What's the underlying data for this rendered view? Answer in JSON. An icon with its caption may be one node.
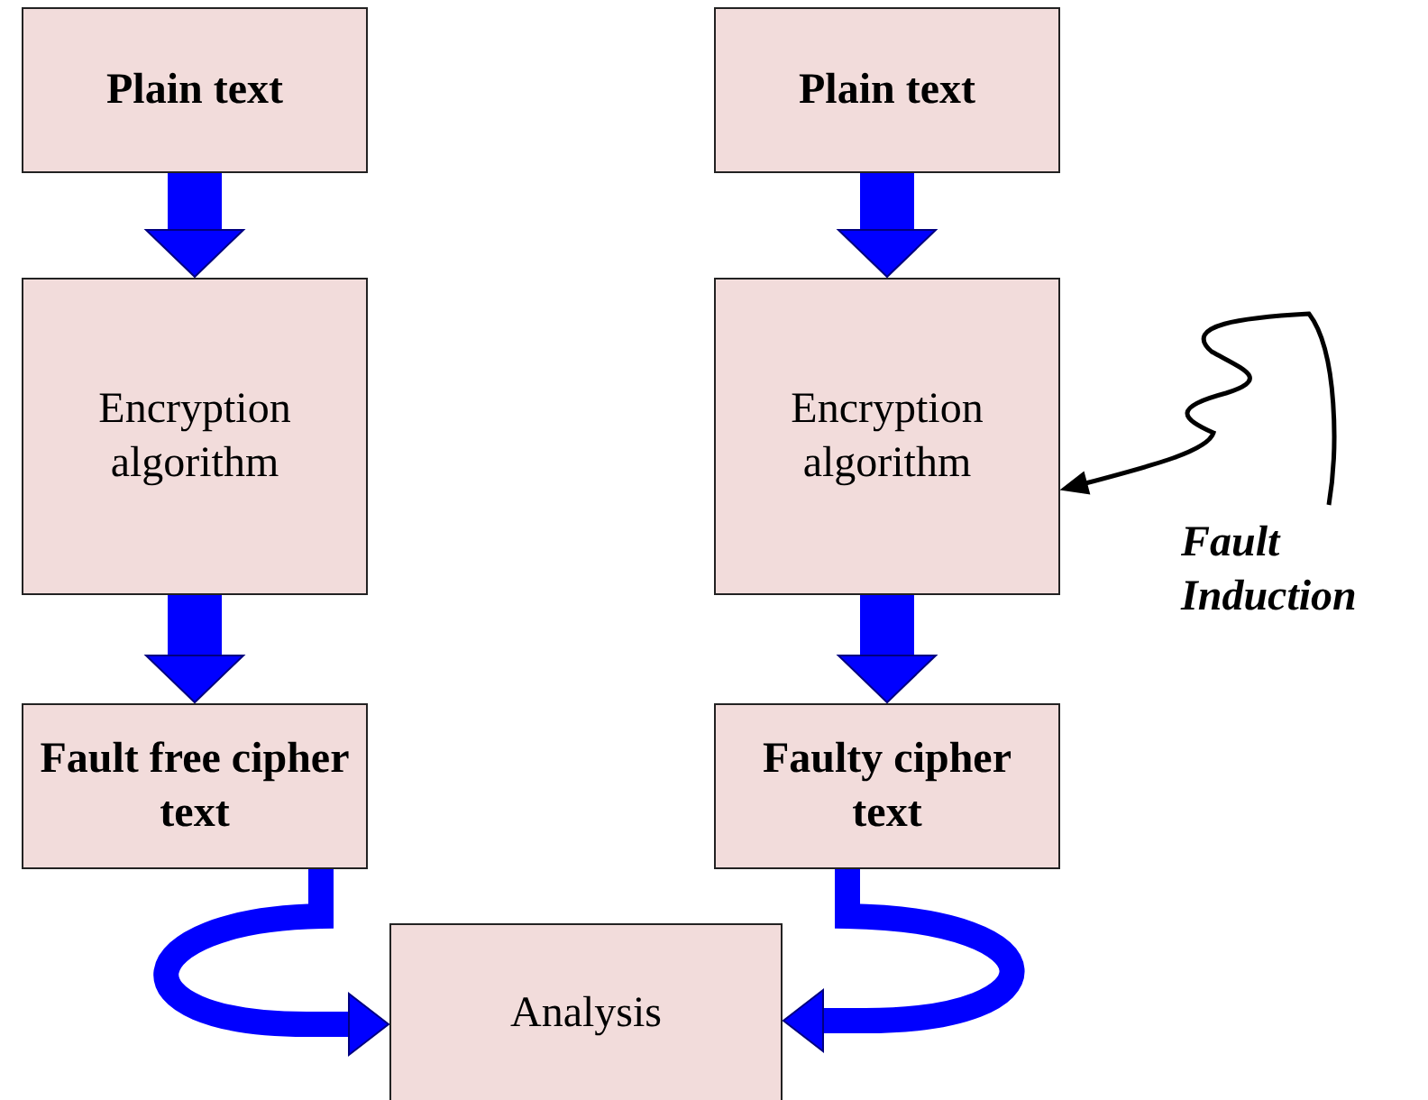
{
  "diagram": {
    "nodes": [
      {
        "text": [
          "Plain text"
        ]
      },
      {
        "text": [
          "Plain text"
        ]
      },
      {
        "text": [
          "Encryption algorithm"
        ]
      },
      {
        "text": [
          "Encryption algorithm"
        ]
      },
      {
        "text": [
          "Fault free cipher text"
        ]
      },
      {
        "text": [
          "Faulty cipher text"
        ]
      },
      {
        "text": [
          "Analysis"
        ]
      },
      {
        "text": [
          "Fault Induction"
        ]
      }
    ],
    "edges": [
      {
        "from": 0,
        "to": 2,
        "arrow": "to"
      },
      {
        "from": 2,
        "to": 4,
        "arrow": "to"
      },
      {
        "from": 1,
        "to": 3,
        "arrow": "to"
      },
      {
        "from": 3,
        "to": 5,
        "arrow": "to"
      },
      {
        "from": 4,
        "to": 6,
        "arrow": "to"
      },
      {
        "from": 5,
        "to": 6,
        "arrow": "to"
      },
      {
        "from": 7,
        "to": 3,
        "arrow": "to",
        "color": "#000000"
      }
    ]
  }
}
